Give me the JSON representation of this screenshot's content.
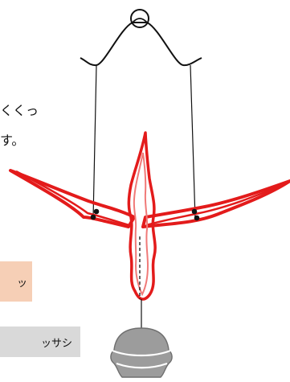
{
  "texts": {
    "line1": "くくっ",
    "line2": "す。"
  },
  "labels": {
    "orange_box": "ッ",
    "gray_box": "ッサシ"
  },
  "colors": {
    "background": "#ffffff",
    "text": "#111111",
    "outline_red": "#e31b1b",
    "outline_light_red": "#f07a78",
    "orange_box_fill": "#f6cfb6",
    "gray_box_fill": "#d9d9d9",
    "weight_fill": "#9c9c9c",
    "line_black": "#111111"
  },
  "icons": {
    "hook": "hanger-hook-icon",
    "weight": "counterweight-icon"
  }
}
